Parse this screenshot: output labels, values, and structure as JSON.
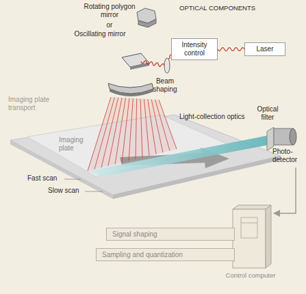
{
  "diagram": {
    "nodes": [
      {
        "text": [
          "Intensity control"
        ]
      },
      {
        "text": [
          "Laser"
        ]
      },
      {
        "text": [
          "Control computer"
        ]
      },
      {
        "text": [
          "Signal shaping"
        ]
      },
      {
        "text": [
          "Sampling and quantization"
        ]
      }
    ],
    "edges": [
      {
        "from": 1,
        "to": 0,
        "arrow": "none"
      }
    ],
    "labels": [
      "OPTICAL COMPONENTS",
      "Rotating polygon mirror",
      "or",
      "Oscillating mirror",
      "Beam shaping",
      "Light-collection optics",
      "Optical filter",
      "Photo-detector",
      "Imaging plate transport",
      "Imaging plate",
      "Fast scan",
      "Slow scan"
    ]
  }
}
